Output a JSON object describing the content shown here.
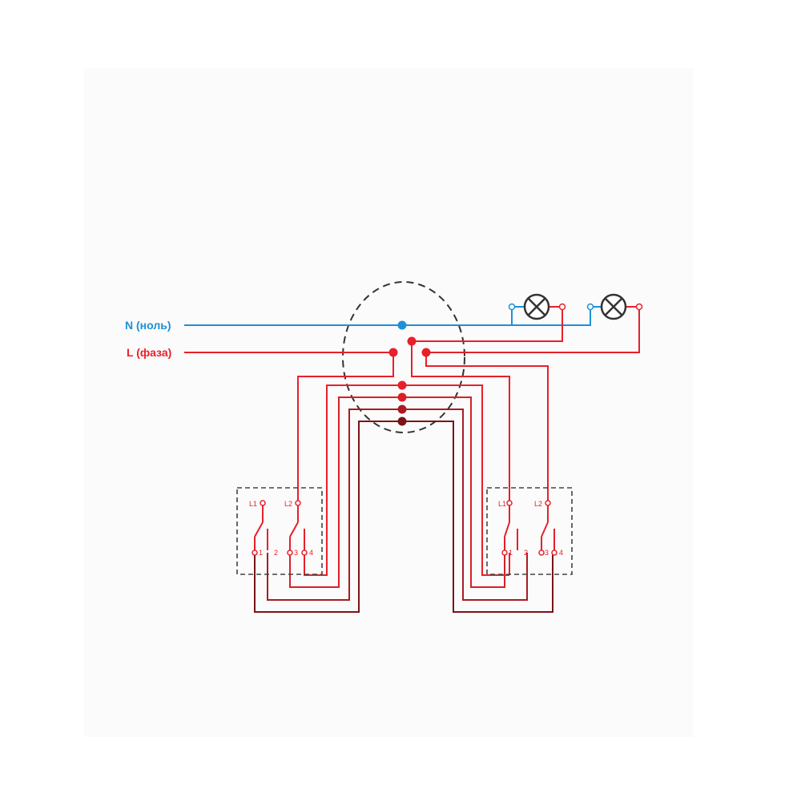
{
  "labels": {
    "neutral": "N (ноль)",
    "phase": "L (фаза)"
  },
  "switch_terminals": {
    "l1": "L1",
    "l2": "L2",
    "t1": "1",
    "t2": "2",
    "t3": "3",
    "t4": "4"
  },
  "colors": {
    "background": "#ffffff",
    "panel": "#fbfbfb",
    "neutral": "#1e90d6",
    "phase": "#e8202a",
    "wire_red": "#d82028",
    "wire_mid": "#a81c22",
    "wire_dark": "#7a1418",
    "junction_outline": "#333333",
    "switch_outline": "#444444",
    "lamp": "#333333"
  },
  "icons": {
    "lamp": "lamp-icon",
    "junction": "junction-box-icon",
    "switch": "double-switch-icon"
  }
}
